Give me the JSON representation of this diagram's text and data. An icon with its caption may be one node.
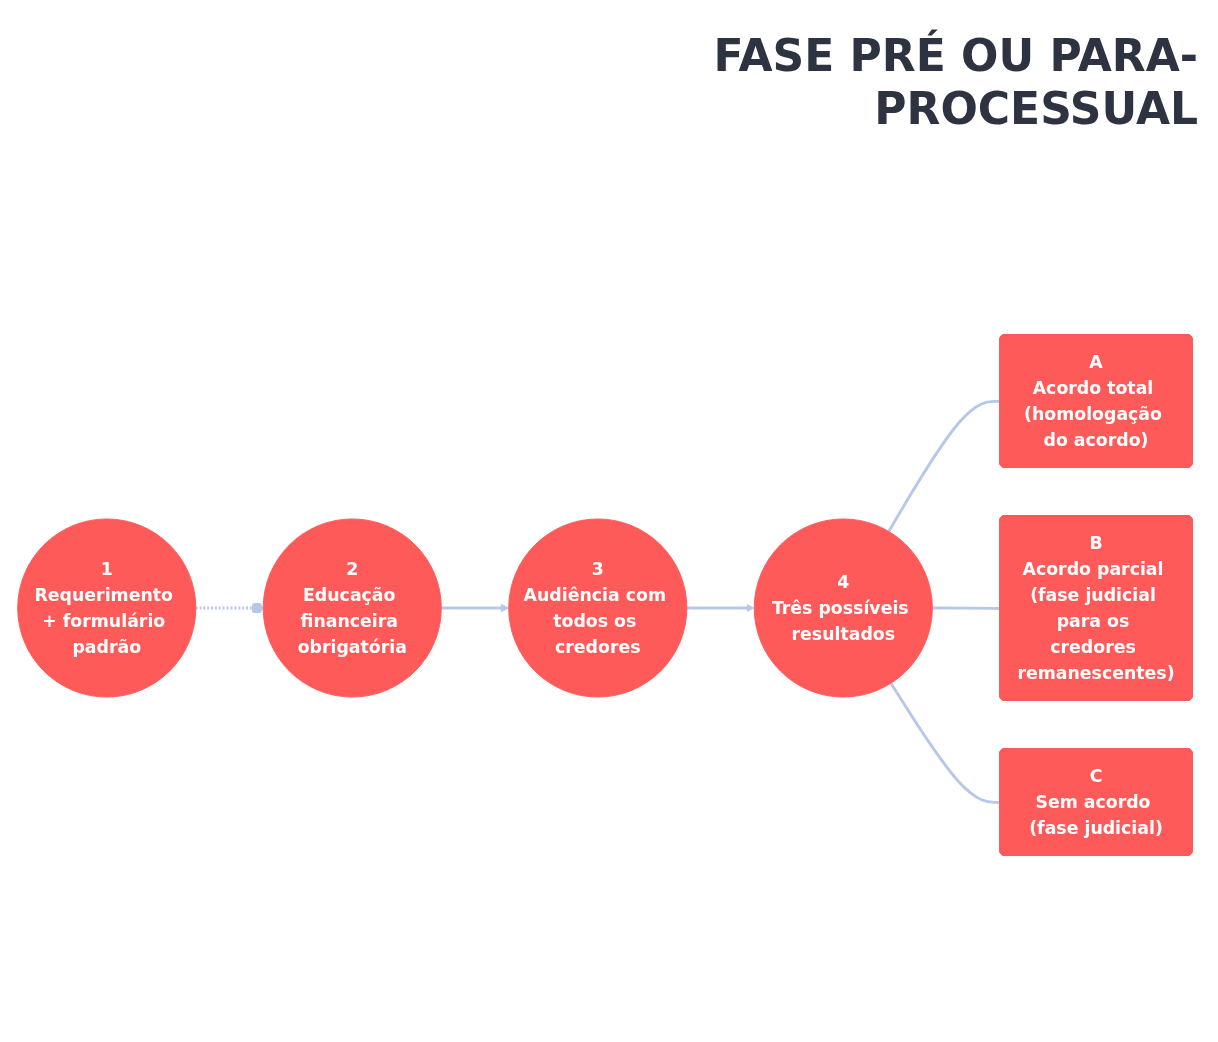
{
  "diagram": {
    "title": "FASE PRÉ OU PARA-PROCESSUAL",
    "nodes": [
      {
        "text": [
          "1",
          "Requerimento + formulário padrão"
        ]
      },
      {
        "text": [
          "2",
          "Educação financeira obrigatória"
        ]
      },
      {
        "text": [
          "3",
          "Audiência com todos os credores"
        ]
      },
      {
        "text": [
          "4",
          "Três possíveis resultados"
        ]
      },
      {
        "text": [
          "A",
          "Acordo total (homologação do acordo)"
        ]
      },
      {
        "text": [
          "B",
          "Acordo parcial (fase judicial para os credores remanescentes)"
        ]
      },
      {
        "text": [
          "C",
          "Sem acordo (fase judicial)"
        ]
      }
    ],
    "edges": [
      {
        "from": 0,
        "to": 1,
        "arrow": "other",
        "style": "dashed"
      },
      {
        "from": 1,
        "to": 2,
        "arrow": "to"
      },
      {
        "from": 2,
        "to": 3,
        "arrow": "to"
      },
      {
        "from": 3,
        "to": 4,
        "arrow": "none"
      },
      {
        "from": 3,
        "to": 5,
        "arrow": "none"
      },
      {
        "from": 3,
        "to": 6,
        "arrow": "none"
      }
    ]
  }
}
